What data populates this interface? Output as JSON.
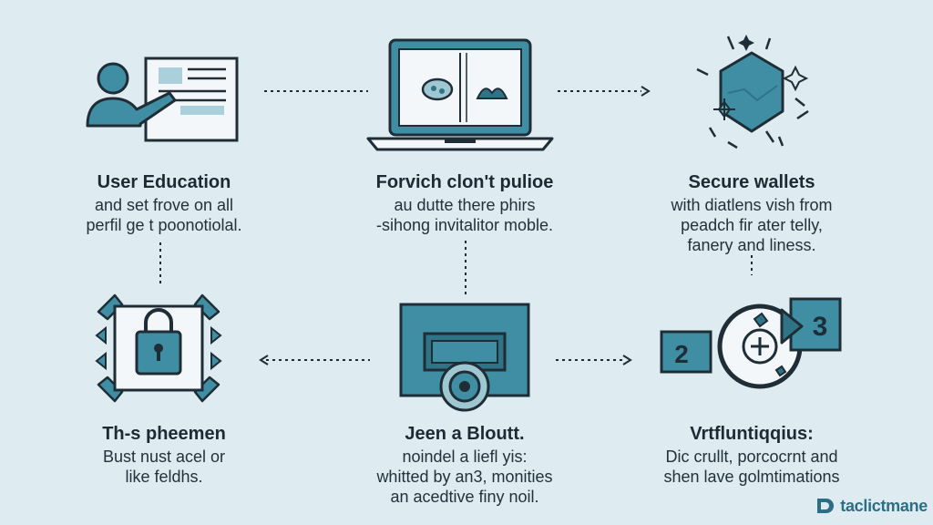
{
  "colors": {
    "background": "#deebf1",
    "teal": "#3f8ea3",
    "teal_dark": "#2f7387",
    "ink": "#1f2d36",
    "paper": "#f3f7f9"
  },
  "steps": [
    {
      "icon": "user-presentation-icon",
      "title": "User Education",
      "lines": [
        "and set frove on all",
        "perfil ge t poonotiolal."
      ]
    },
    {
      "icon": "laptop-icon",
      "title": "Forvich clon't pulioe",
      "lines": [
        "au dutte there phirs",
        "-sihong invitalitor moble."
      ]
    },
    {
      "icon": "secure-wallet-hexagon-icon",
      "title": "Secure wallets",
      "lines": [
        "with diatlens vish from",
        "peadch fir ater telly,",
        "fanery and liness."
      ]
    },
    {
      "icon": "padlock-icon",
      "title": "Th-s pheemen",
      "lines": [
        "Bust nust acel or",
        "like feldhs."
      ]
    },
    {
      "icon": "hardware-device-icon",
      "title": "Jeen a Bloutt.",
      "lines": [
        "noindel a liefl yis:",
        "whitted by an3, monities",
        "an acedtive finy noil."
      ]
    },
    {
      "icon": "two-factor-auth-icon",
      "title": "Vrtfluntiqqius:",
      "lines": [
        "Dic crullt, porcocrnt and",
        "shen lave golmtimations"
      ],
      "badges": [
        "2",
        "3"
      ]
    }
  ],
  "brand": {
    "name": "taclictmane",
    "icon": "brand-logo-icon"
  }
}
